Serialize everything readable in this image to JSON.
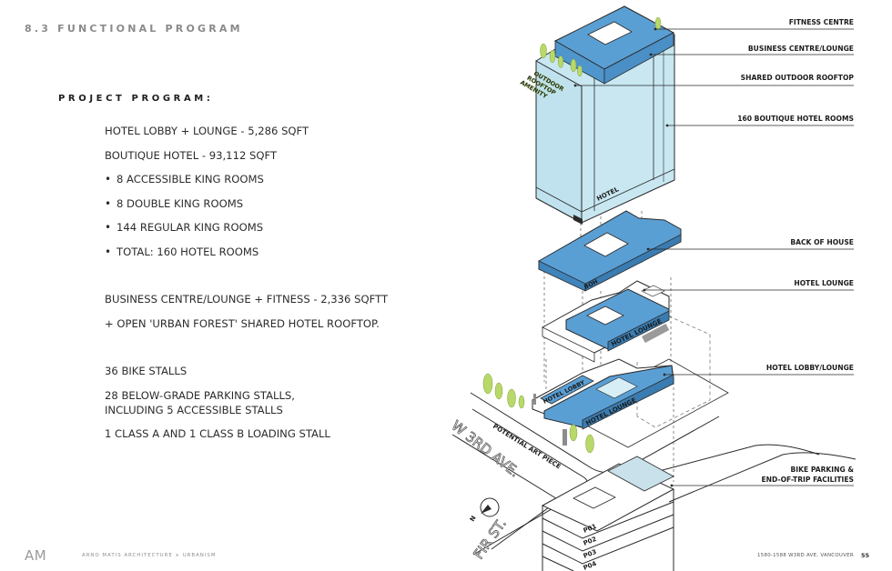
{
  "header": {
    "section_title": "8.3  FUNCTIONAL PROGRAM"
  },
  "program": {
    "heading": "PROJECT PROGRAM:",
    "hotel_lobby": "HOTEL LOBBY + LOUNGE - 5,286 SQFT",
    "boutique_hotel": "BOUTIQUE HOTEL - 93,112 SQFT",
    "rooms": [
      "8 ACCESSIBLE KING ROOMS",
      "8 DOUBLE KING ROOMS",
      "144 REGULAR KING ROOMS",
      "TOTAL: 160  HOTEL ROOMS"
    ],
    "business_centre": "BUSINESS CENTRE/LOUNGE + FITNESS - 2,336 SQFTT",
    "rooftop": "+ OPEN 'URBAN FOREST' SHARED HOTEL ROOFTOP.",
    "bike_stalls": "36 BIKE STALLS",
    "parking_1": "28  BELOW-GRADE PARKING STALLS,",
    "parking_2": "INCLUDING 5 ACCESSIBLE STALLS",
    "loading": "1 CLASS A  AND 1 CLASS  B LOADING STALL"
  },
  "callouts": {
    "fitness": "FITNESS CENTRE",
    "business": "BUSINESS CENTRE/LOUNGE",
    "rooftop": "SHARED OUTDOOR ROOFTOP",
    "rooms": "160 BOUTIQUE HOTEL ROOMS",
    "back_of_house": "BACK OF HOUSE",
    "hotel_lounge": "HOTEL LOUNGE",
    "lobby_lounge": "HOTEL LOBBY/LOUNGE",
    "bike_1": "BIKE PARKING &",
    "bike_2": "END-OF-TRIP FACILITIES"
  },
  "diagram_labels": {
    "outdoor_1": "OUTDOOR",
    "outdoor_2": "ROOFTOP",
    "outdoor_3": "AMENITY",
    "hotel": "HOTEL",
    "boh": "BOH",
    "lounge_upper": "HOTEL LOUNGE",
    "lobby": "HOTEL LOBBY",
    "lounge_lower": "HOTEL LOUNGE",
    "art_piece_1": "POTENTIAL ART PIECE",
    "street_1": "W 3RD AVE.",
    "street_2": "FIR ST.",
    "north": "N",
    "levels": [
      "P01",
      "P02",
      "P03",
      "P04"
    ]
  },
  "footer": {
    "logo": "AM",
    "firm": "ARNO MATIS ARCHITECTURE + URBANISM",
    "address": "1580-1588 W3RD AVE,  VANCOUVER",
    "page": "55"
  },
  "colors": {
    "blue": "#5a9fd4",
    "light_blue": "#c9e8f1",
    "tree_green": "#b8d86a",
    "line": "#222222"
  }
}
